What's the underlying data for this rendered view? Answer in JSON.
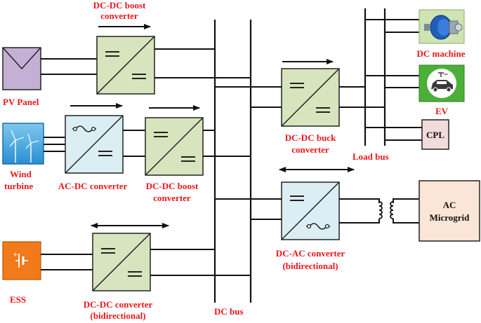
{
  "labels": {
    "dcdc_boost_top": [
      "DC-DC boost",
      "converter"
    ],
    "pv_panel": "PV Panel",
    "wind": [
      "Wind",
      "turbine"
    ],
    "acdc": "AC-DC converter",
    "dcdc_boost_mid": [
      "DC-DC boost",
      "converter"
    ],
    "ess": "ESS",
    "dcdc_bidir": [
      "DC-DC converter",
      "(bidirectional)"
    ],
    "dc_bus": "DC bus",
    "dcdc_buck": [
      "DC-DC buck",
      "converter"
    ],
    "load_bus": "Load bus",
    "dc_machine": "DC machine",
    "ev": "EV",
    "cpl": "CPL",
    "dcac": [
      "DC-AC converter",
      "(bidirectional)"
    ],
    "ac_microgrid": [
      "AC",
      "Microgrid"
    ]
  },
  "colors": {
    "converter_green": "#d7e4bd",
    "converter_blue": "#dbeef4",
    "pv_purple": "#c5b0d5",
    "ess_orange": "#f27a1a",
    "cpl_pink": "#f2dcdb",
    "ac_peach": "#fbe5d6",
    "label_red": "#e8161b"
  },
  "icons": {
    "pv": "pv-panel-icon",
    "wind": "wind-turbine-icon",
    "ess": "battery-icon",
    "dc_machine": "dc-motor-icon",
    "ev": "electric-car-icon"
  }
}
